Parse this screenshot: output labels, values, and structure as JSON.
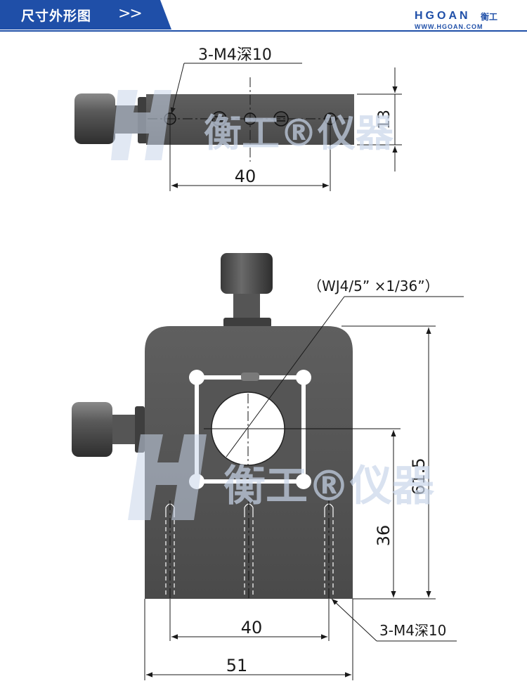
{
  "header": {
    "title": "尺寸外形图",
    "arrows": ">>",
    "logo": "HGOAN",
    "logo_cn": "衡工",
    "url": "WWW.HGOAN.COM",
    "accent_color": "#1f4fa8"
  },
  "watermark": {
    "text": "衡工®仪器",
    "color": "#c9d6ea"
  },
  "top_view": {
    "hole_callout": "3-M4深10",
    "width_dim": "40",
    "height_dim": "13"
  },
  "front_view": {
    "lens_spec": "（WJ4/5” ×1/36”）",
    "hole_callout": "3-M4深10",
    "hole_spacing_dim": "40",
    "overall_width_dim": "51",
    "overall_height_dim": "61.5",
    "center_height_dim": "36"
  }
}
